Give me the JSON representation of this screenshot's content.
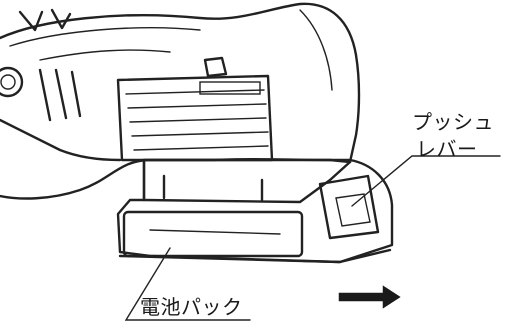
{
  "labels": {
    "push_lever_line1": "プッシュ",
    "push_lever_line2": "レバー",
    "battery_pack": "電池パック"
  },
  "arrow": {
    "direction": "right",
    "meaning": "slide-out"
  },
  "colors": {
    "line": "#222222",
    "lever_fill": "#8a8a8a",
    "background": "#ffffff"
  }
}
